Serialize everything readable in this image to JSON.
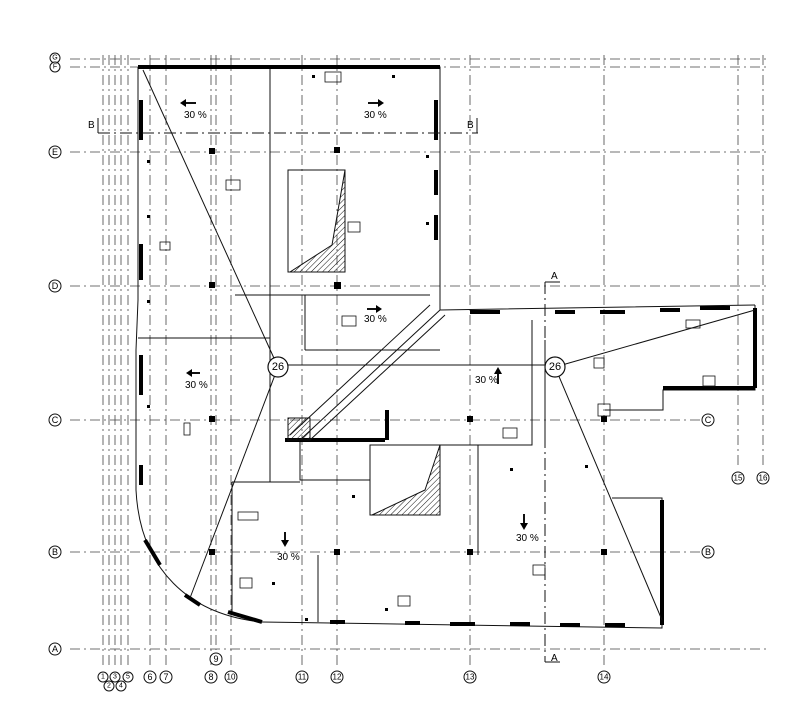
{
  "drawing": {
    "section_markers": {
      "b_left": "B",
      "b_right": "B",
      "a_top": "A",
      "a_bottom": "A"
    },
    "callouts": {
      "left": "26",
      "right": "26"
    },
    "slopes": [
      {
        "id": "slope-upper-left",
        "text": "30 %",
        "arrow": "left"
      },
      {
        "id": "slope-upper-right",
        "text": "30 %",
        "arrow": "right"
      },
      {
        "id": "slope-middle",
        "text": "30 %",
        "arrow": "right"
      },
      {
        "id": "slope-left",
        "text": "30 %",
        "arrow": "left"
      },
      {
        "id": "slope-ramp",
        "text": "30 %",
        "arrow": "up"
      },
      {
        "id": "slope-lower-right",
        "text": "30 %",
        "arrow": "down"
      },
      {
        "id": "slope-lower-left",
        "text": "30 %",
        "arrow": "down"
      }
    ],
    "row_axes": [
      "G",
      "F",
      "E",
      "D",
      "C",
      "B",
      "A"
    ],
    "row_axes_right": {
      "C": "C",
      "B": "B"
    },
    "column_axes": [
      "1",
      "2",
      "3",
      "4",
      "5",
      "6",
      "7",
      "8",
      "9",
      "10",
      "11",
      "12",
      "13",
      "14",
      "15",
      "16"
    ]
  }
}
